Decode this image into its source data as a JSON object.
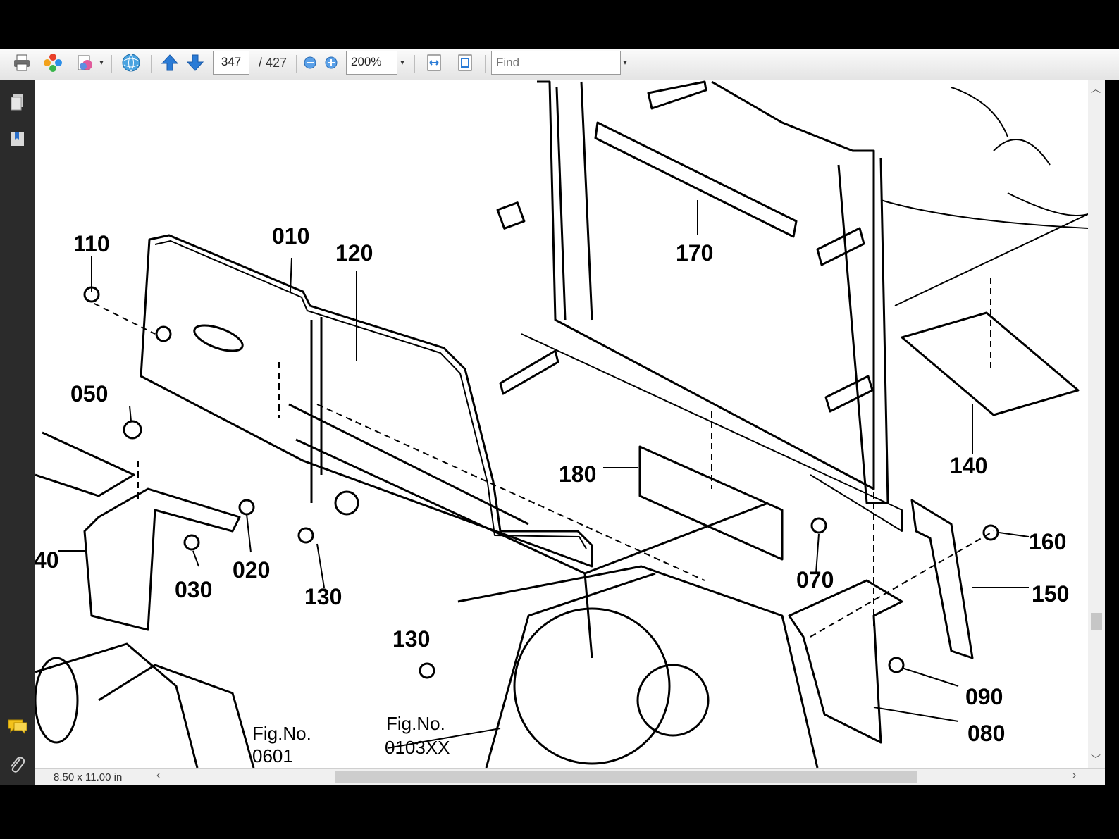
{
  "toolbar": {
    "icons": [
      "print-icon",
      "collaborate-icon",
      "export-icon",
      "dropdown-icon",
      "globe-icon",
      "previous-page-icon",
      "next-page-icon",
      "zoom-out-icon",
      "zoom-in-icon",
      "dropdown-icon",
      "fit-width-icon",
      "fit-page-icon",
      "dropdown-icon"
    ],
    "page_current": "347",
    "page_total": "/ 427",
    "zoom": "200%",
    "find_placeholder": "Find"
  },
  "sidebar": {
    "icons": [
      "pages-icon",
      "bookmarks-icon",
      "comment-icon",
      "attachment-icon"
    ]
  },
  "diagram": {
    "part_labels": [
      "110",
      "010",
      "120",
      "170",
      "050",
      "140",
      "180",
      "160",
      "40",
      "020",
      "070",
      "150",
      "030",
      "130",
      "130",
      "090",
      "080"
    ],
    "fig_refs": [
      {
        "line1": "Fig.No.",
        "line2": "0601"
      },
      {
        "line1": "Fig.No.",
        "line2": "0103XX"
      }
    ]
  },
  "status": {
    "page_size": "8.50 x 11.00 in"
  },
  "colors": {
    "toolbar_bg": "#ececec",
    "sidebar_bg": "#2b2b2b",
    "page_bg": "#ffffff",
    "frame": "#000000"
  }
}
